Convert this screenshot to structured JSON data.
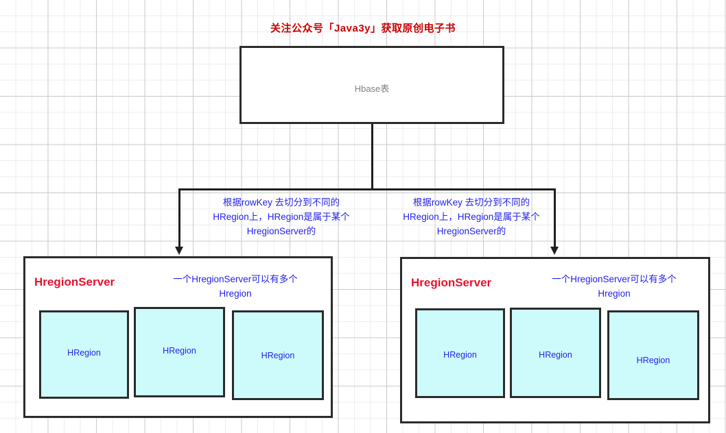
{
  "title": "关注公众号「Java3y」获取原创电子书",
  "root_node": {
    "label": "Hbase表"
  },
  "edges": [
    {
      "name": "split-to-left-server",
      "label": "根据rowKey 去切分到不同的\nHRegion上，HRegion是属于某个\nHregionServer的"
    },
    {
      "name": "split-to-right-server",
      "label": "根据rowKey 去切分到不同的\nHRegion上，HRegion是属于某个\nHregionServer的"
    }
  ],
  "servers": [
    {
      "title": "HregionServer",
      "note": "一个HregionServer可以有多个\nHregion",
      "regions": [
        {
          "label": "HRegion"
        },
        {
          "label": "HRegion"
        },
        {
          "label": "HRegion"
        }
      ]
    },
    {
      "title": "HregionServer",
      "note": "一个HregionServer可以有多个\nHregion",
      "regions": [
        {
          "label": "HRegion"
        },
        {
          "label": "HRegion"
        },
        {
          "label": "HRegion"
        }
      ]
    }
  ],
  "colors": {
    "title_red": "#cc0000",
    "server_title_red": "#e8112d",
    "annotation_blue": "#2222ee",
    "region_fill_cyan": "#cdfbfb",
    "stroke_black": "#2b2b2b",
    "root_label_gray": "#808080",
    "grid_minor": "#ededed",
    "grid_major": "#c9c9c9"
  }
}
